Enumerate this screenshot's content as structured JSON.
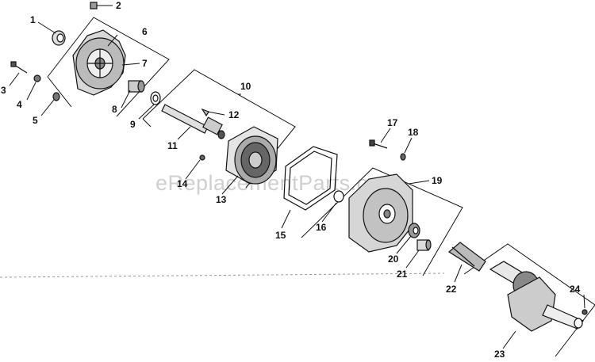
{
  "watermark": "eReplacementParts.com",
  "callouts": [
    "1",
    "2",
    "3",
    "4",
    "5",
    "6",
    "7",
    "8",
    "9",
    "10",
    "11",
    "12",
    "13",
    "14",
    "15",
    "16",
    "17",
    "18",
    "19",
    "20",
    "21",
    "22",
    "23",
    "24"
  ]
}
